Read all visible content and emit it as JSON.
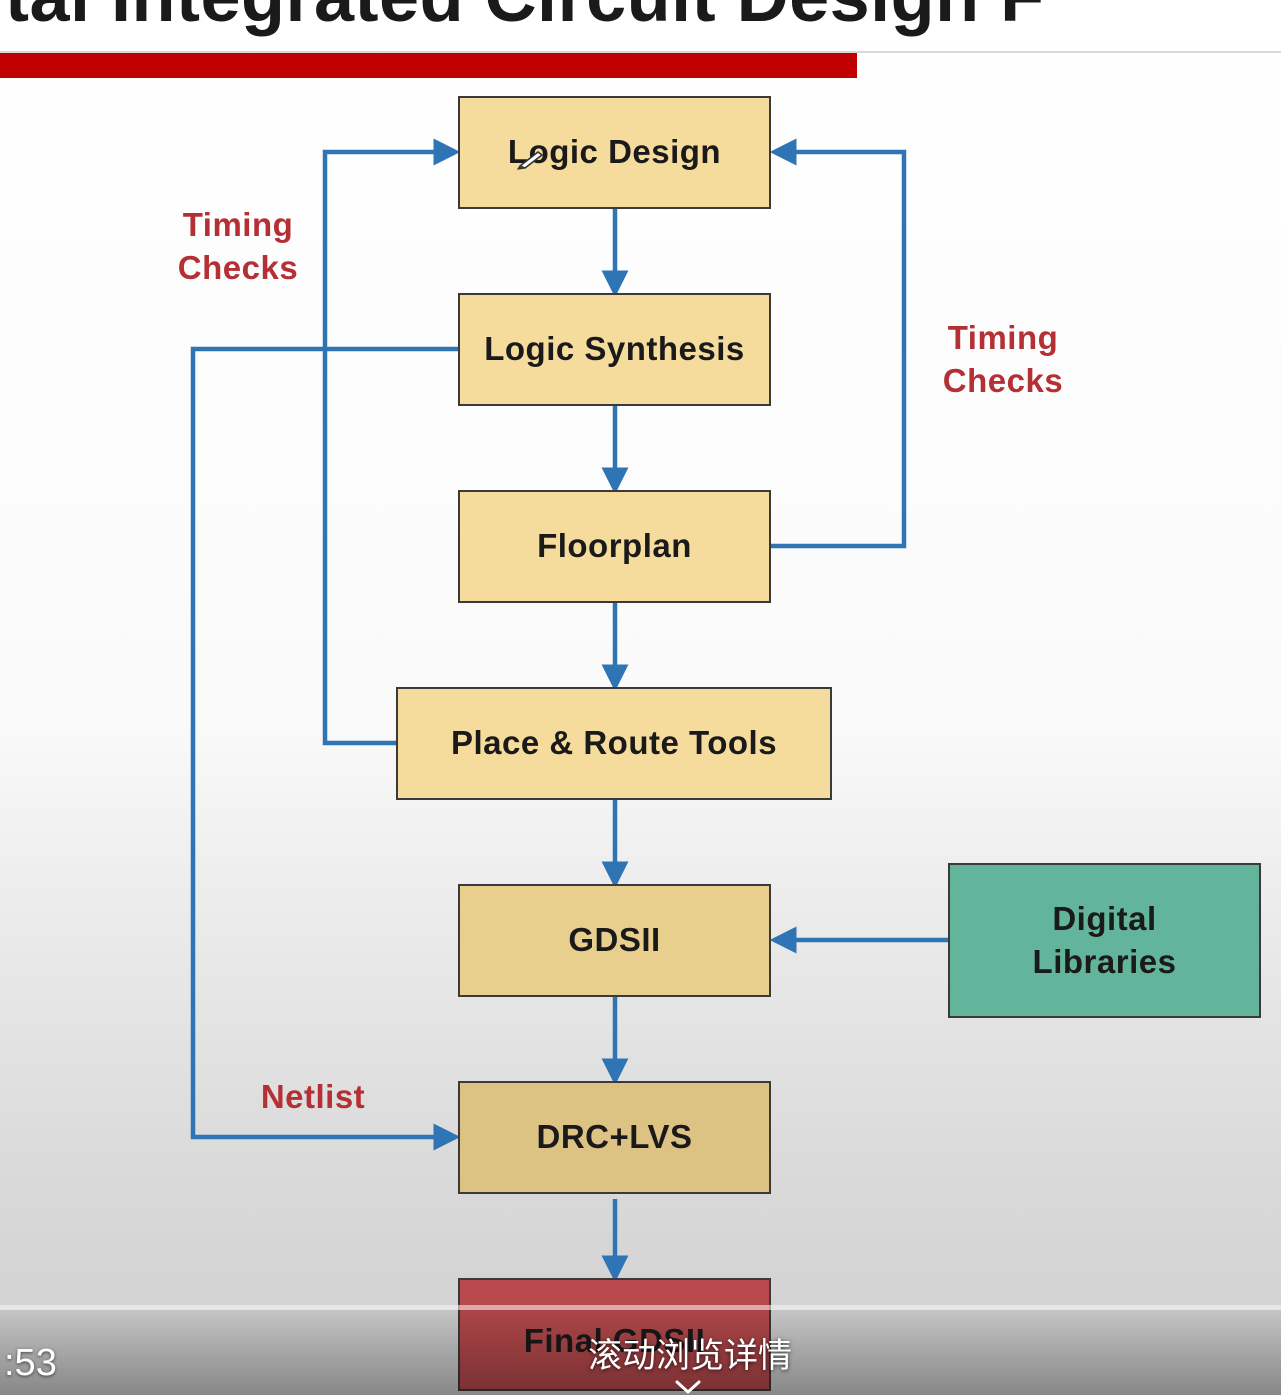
{
  "slide": {
    "title": "gital Integrated Circuit Design F"
  },
  "flow": {
    "logic_design": "Logic Design",
    "logic_synthesis": "Logic Synthesis",
    "floorplan": "Floorplan",
    "place_route": "Place & Route Tools",
    "gdsii": "GDSII",
    "drc_lvs": "DRC+LVS",
    "final_gdsii": "Final GDSII",
    "digital_libraries": "Digital Libraries"
  },
  "labels": {
    "timing_checks_left": "Timing Checks",
    "timing_checks_right": "Timing Checks",
    "netlist": "Netlist"
  },
  "player": {
    "time": ":53",
    "scroll_hint": "滚动浏览详情"
  },
  "icons": {
    "pencil": "pencil-icon",
    "chevron": "chevron-down-icon"
  },
  "colors": {
    "accent_bar": "#c00000",
    "flow_box": "#f5dc9c",
    "library_box": "#62b59b",
    "final_box": "#b84a4d",
    "arrow": "#2f74b5",
    "annotation": "#b53035"
  }
}
